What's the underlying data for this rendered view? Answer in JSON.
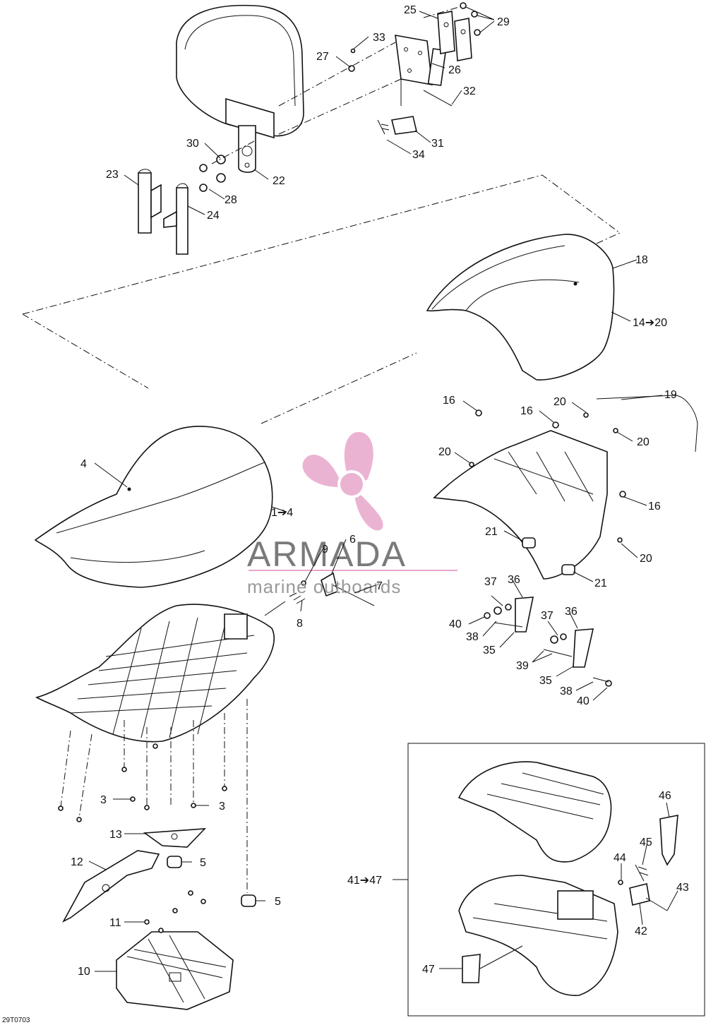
{
  "figure_code": "29T0703",
  "watermark": {
    "brand": "ARMADA",
    "tagline": "marine outboards",
    "logo_color": "#e8a6cb",
    "text_color": "#7a7a7a"
  },
  "callouts": [
    "1➔4",
    "3",
    "3",
    "3",
    "4",
    "5",
    "5",
    "6",
    "7",
    "8",
    "9",
    "10",
    "11",
    "12",
    "13",
    "14➔20",
    "16",
    "16",
    "16",
    "18",
    "19",
    "20",
    "20",
    "20",
    "20",
    "20",
    "21",
    "21",
    "22",
    "23",
    "24",
    "25",
    "26",
    "27",
    "28",
    "29",
    "30",
    "31",
    "32",
    "33",
    "34",
    "35",
    "35",
    "36",
    "36",
    "37",
    "37",
    "38",
    "38",
    "39",
    "40",
    "40",
    "41➔47",
    "42",
    "43",
    "44",
    "45",
    "46",
    "47"
  ]
}
